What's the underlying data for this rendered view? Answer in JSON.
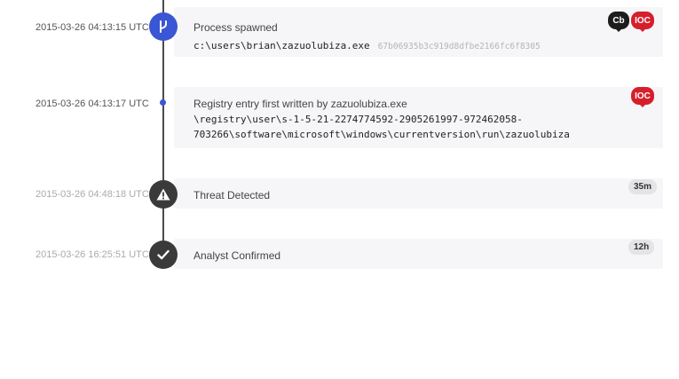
{
  "events": [
    {
      "timestamp": "2015-03-26 04:13:15 UTC",
      "title": "Process spawned",
      "path": "c:\\users\\brian\\zazuolubiza.exe",
      "hash": "67b06935b3c919d8dfbe2166fc6f8305",
      "badges": [
        "Cb",
        "IOC"
      ],
      "icon": "git-branch-icon"
    },
    {
      "timestamp": "2015-03-26 04:13:17 UTC",
      "title": "Registry entry first written by zazuolubiza.exe",
      "path_line1": "\\registry\\user\\s-1-5-21-2274774592-2905261997-972462058-",
      "path_line2": "703266\\software\\microsoft\\windows\\currentversion\\run\\zazuolubiza",
      "badges": [
        "IOC"
      ]
    },
    {
      "timestamp": "2015-03-26 04:48:18 UTC",
      "title": "Threat Detected",
      "duration": "35m",
      "icon": "warning-icon"
    },
    {
      "timestamp": "2015-03-26 16:25:51 UTC",
      "title": "Analyst Confirmed",
      "duration": "12h",
      "icon": "check-icon"
    }
  ],
  "colors": {
    "accent": "#3a56d4",
    "ioc": "#d61f2c",
    "cb": "#1c1c1c",
    "node_dark": "#3a3a3a"
  }
}
